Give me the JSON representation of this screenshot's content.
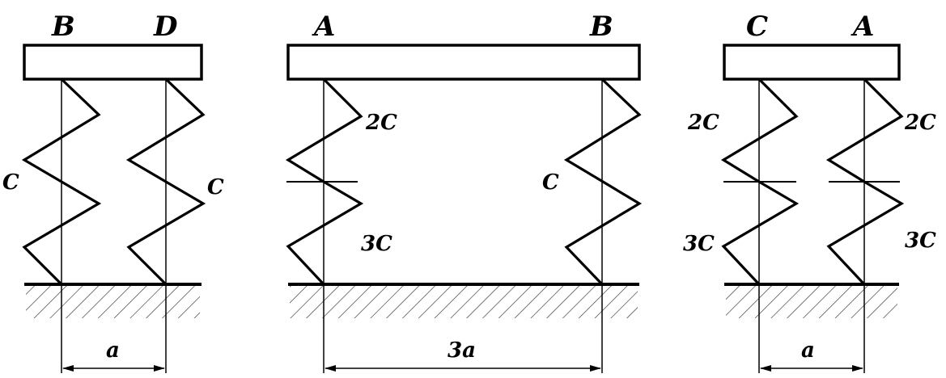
{
  "diagrams": [
    {
      "top_labels": {
        "left": "B",
        "right": "D"
      },
      "spring_labels": {
        "left": "C",
        "right": "C"
      },
      "dimension": "a"
    },
    {
      "top_labels": {
        "left": "A",
        "right": "B"
      },
      "spring_labels": {
        "left_upper": "2C",
        "left_lower": "3C",
        "right": "C"
      },
      "dimension": "3a"
    },
    {
      "top_labels": {
        "left": "C",
        "right": "A"
      },
      "spring_labels": {
        "left_upper": "2C",
        "left_lower": "3C",
        "right_upper": "2C",
        "right_lower": "3C"
      },
      "dimension": "a"
    }
  ]
}
